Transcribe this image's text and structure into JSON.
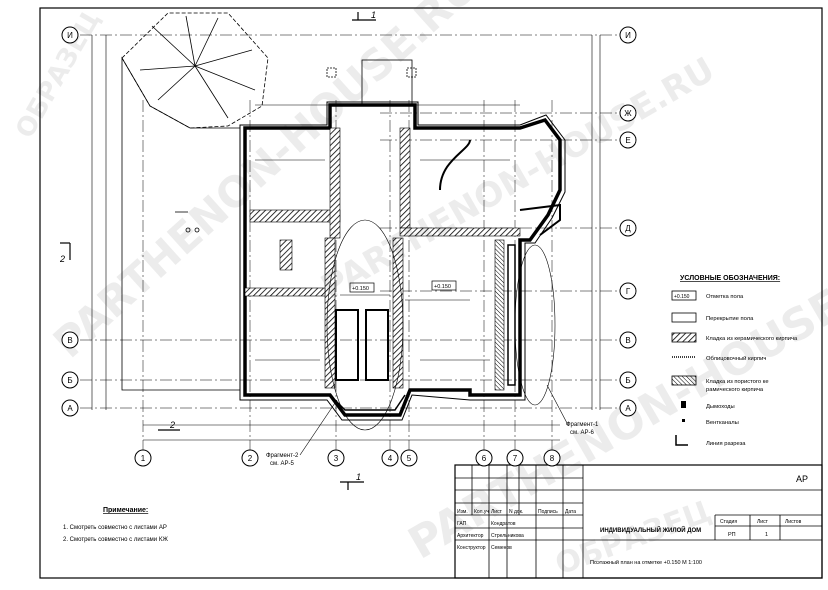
{
  "axes": {
    "horizontal": [
      "И",
      "Ж",
      "Е",
      "Д",
      "Г",
      "В",
      "Б",
      "А"
    ],
    "vertical": [
      "1",
      "2",
      "3",
      "4",
      "5",
      "6",
      "7",
      "8"
    ]
  },
  "section_mark": "1",
  "section_mark_side": "2",
  "level_marks": [
    "+0.150",
    "+0.150"
  ],
  "callouts": {
    "fragment_2": "Фрагмент-2",
    "fragment_2_sheet": "см. АР-5",
    "fragment_1": "Фрагмент-1",
    "fragment_1_sheet": "см. АР-6"
  },
  "legend": {
    "title": "УСЛОВНЫЕ ОБОЗНАЧЕНИЯ:",
    "items": [
      {
        "symbol": "level",
        "symbol_text": "+0.150",
        "label": "Отметка пола"
      },
      {
        "symbol": "open",
        "label": "Перекрытие пола"
      },
      {
        "symbol": "hatch",
        "label": "Кладка из керамического кирпича"
      },
      {
        "symbol": "dash",
        "label": "Облицовочный кирпич"
      },
      {
        "symbol": "hatch2",
        "label": "Кладка из пористого керамического кирпича"
      },
      {
        "symbol": "dot2",
        "label": "Дымоходы"
      },
      {
        "symbol": "dot",
        "label": "Вентканалы"
      },
      {
        "symbol": "section",
        "label": "Линия разреза"
      }
    ]
  },
  "notes": {
    "title": "Примечание:",
    "items": [
      "1. Смотреть совместно с листами АР",
      "2. Смотреть совместно с листами КЖ"
    ]
  },
  "stamp": {
    "code": "АР",
    "header": [
      "Изм.",
      "Кол.уч",
      "Лист",
      "N док.",
      "Подпись",
      "Дата"
    ],
    "roles": [
      {
        "role": "ГАП",
        "name": "Кондратов"
      },
      {
        "role": "Архитектор",
        "name": "Стрельникова"
      },
      {
        "role": "Конструктор",
        "name": "Семенов"
      }
    ],
    "project": "ИНДИВИДУАЛЬНЫЙ ЖИЛОЙ ДОМ",
    "stage_labels": [
      "Стадия",
      "Лист",
      "Листов"
    ],
    "stage_values": [
      "РП",
      "1",
      ""
    ],
    "sheet_title": "Поэтажный план на отметке +0.150  М 1:100"
  },
  "watermarks": [
    "ОБРАЗЕЦ",
    "PARTHENON-HOUSE.RU",
    "PARTHENON-HOUSE.RU",
    "PARTHENON-HOUSE.RU",
    "ОБРАЗЕЦ"
  ]
}
